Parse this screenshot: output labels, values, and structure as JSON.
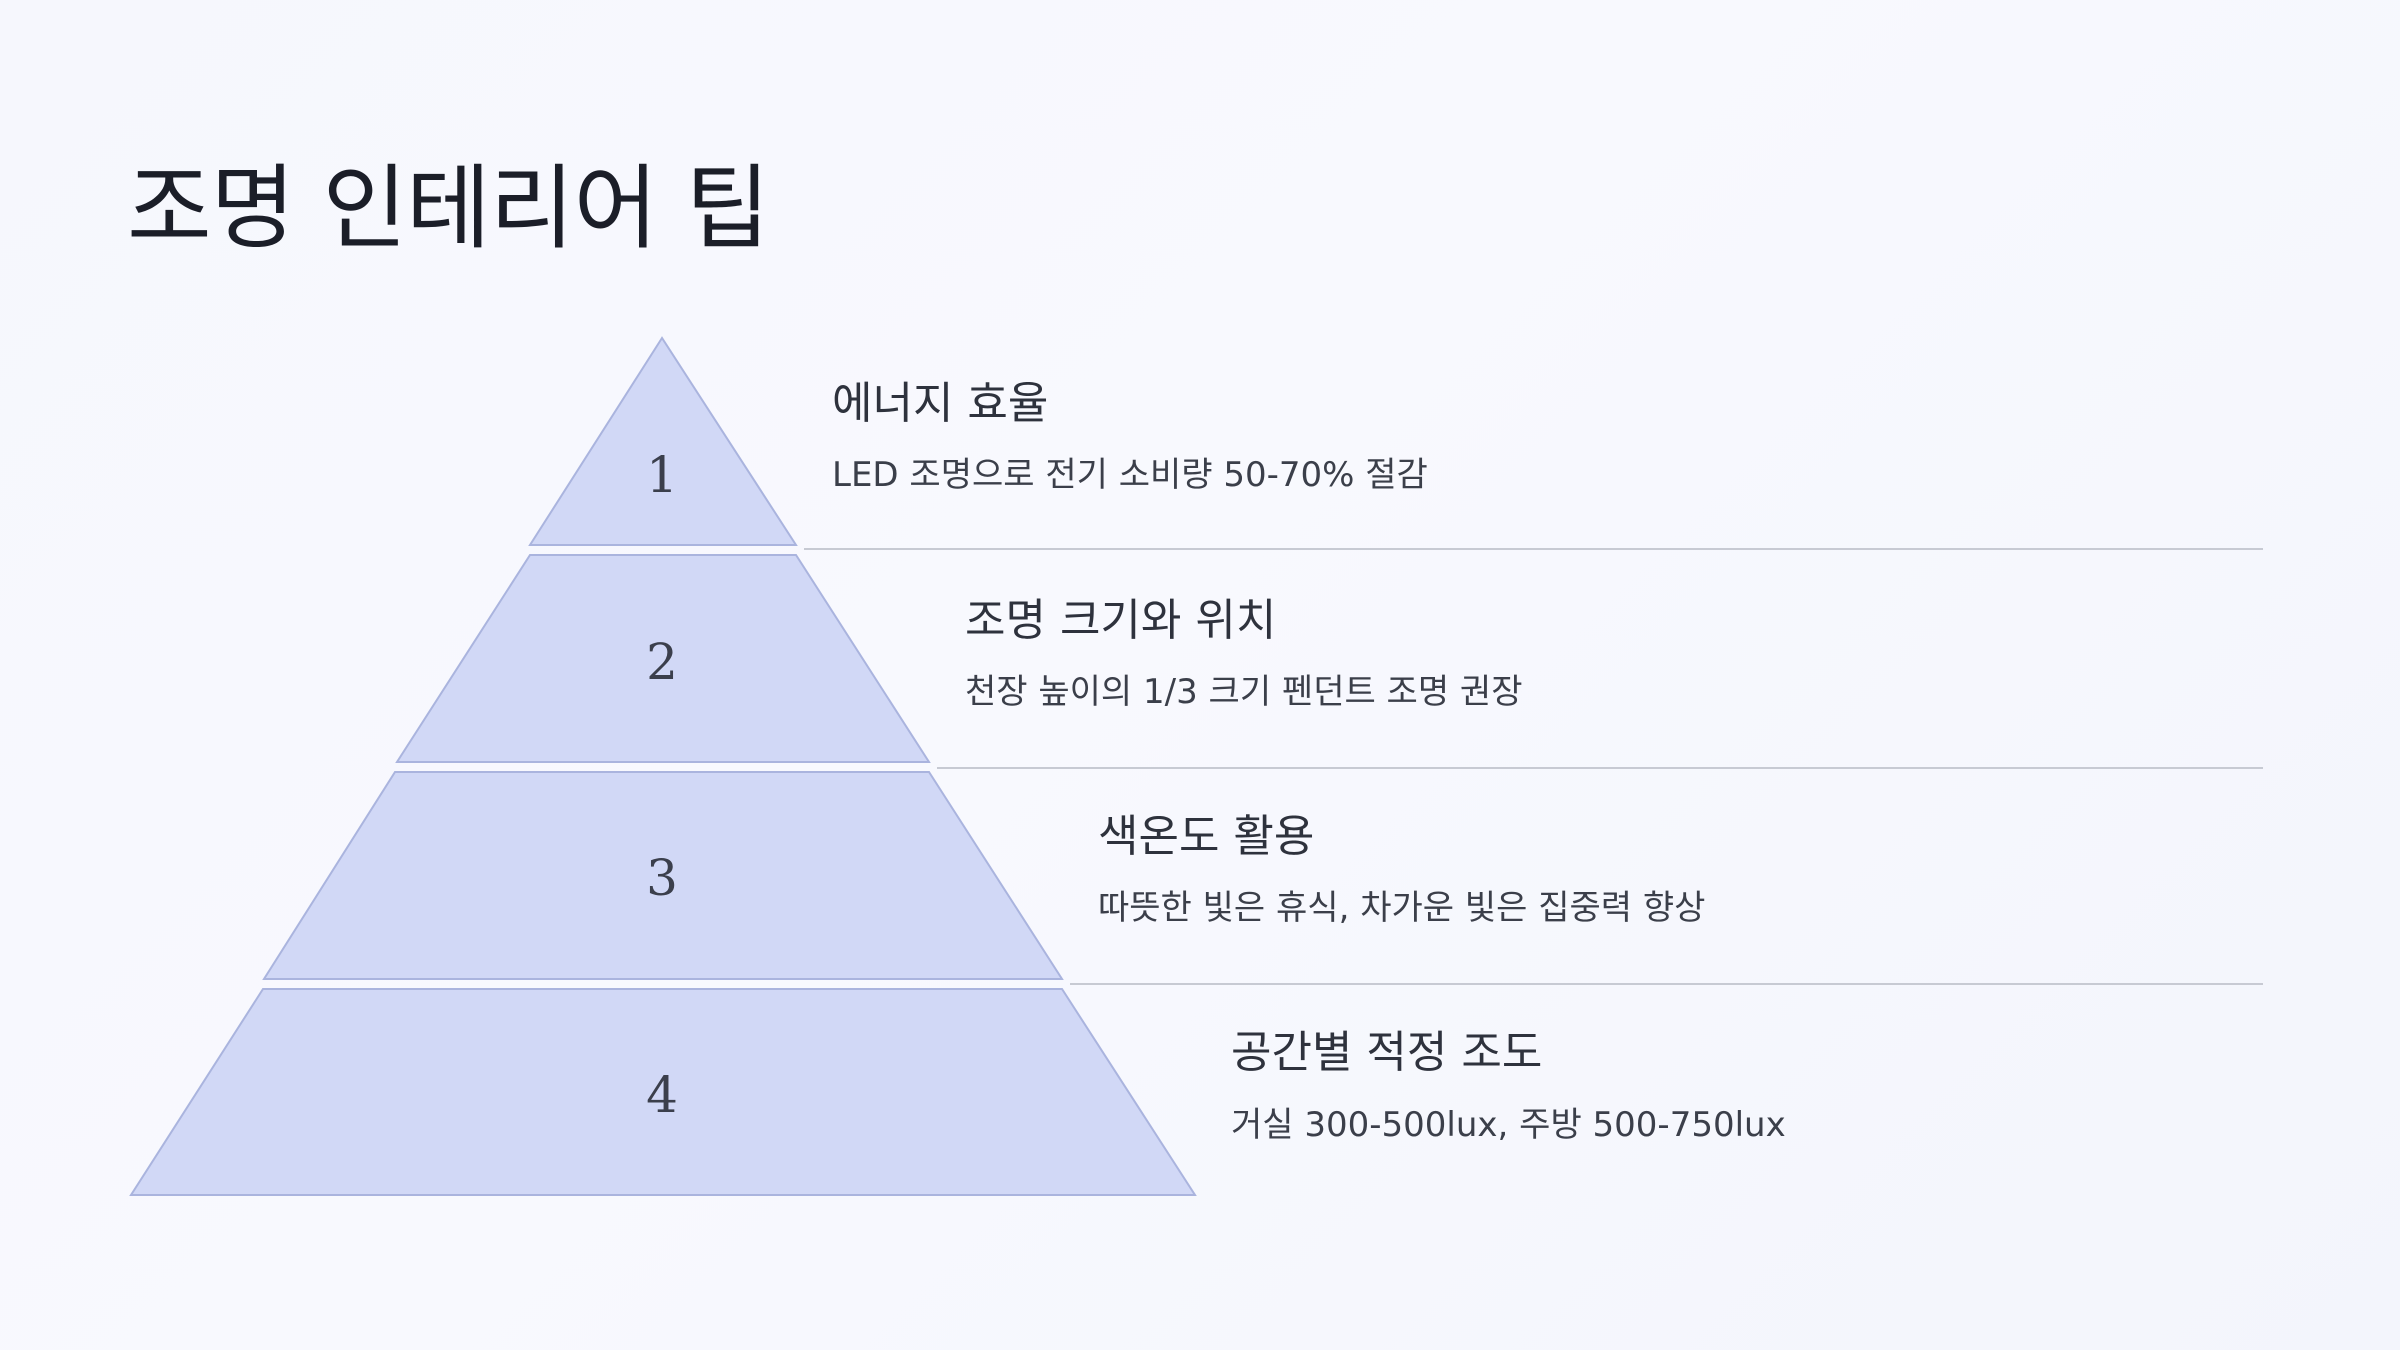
{
  "title": "조명 인테리어 팁",
  "colors": {
    "tier_fill": "#d1d8f6",
    "tier_stroke": "#aab4de",
    "title_text": "#1b1e28",
    "body_text": "#3b3f4a",
    "divider": "#c7cad3"
  },
  "tiers": [
    {
      "number": "1",
      "title": "에너지 효율",
      "description": "LED 조명으로 전기 소비량 50-70% 절감"
    },
    {
      "number": "2",
      "title": "조명 크기와 위치",
      "description": "천장 높이의 1/3 크기 펜던트 조명 권장"
    },
    {
      "number": "3",
      "title": "색온도 활용",
      "description": "따뜻한 빛은 휴식, 차가운 빛은 집중력 향상"
    },
    {
      "number": "4",
      "title": "공간별 적정 조도",
      "description": "거실 300-500lux, 주방 500-750lux"
    }
  ]
}
